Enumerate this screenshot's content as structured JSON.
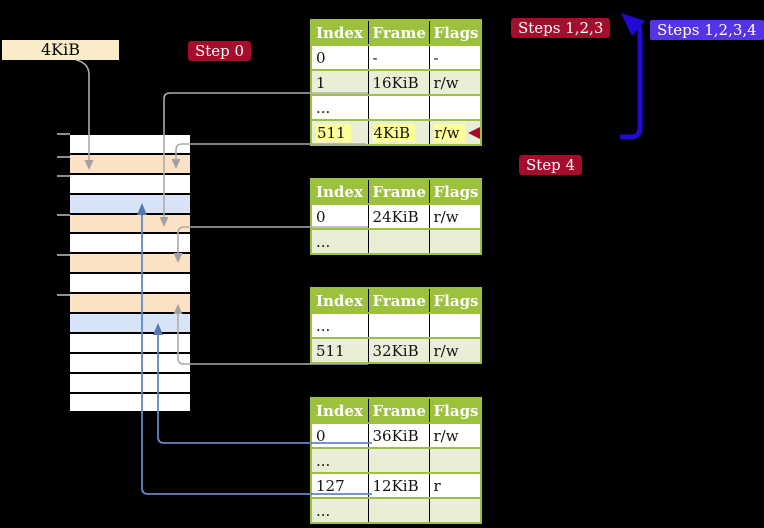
{
  "free_block_label": "4KiB",
  "badges": {
    "step0": "Step 0",
    "steps123": "Steps 1,2,3",
    "steps1234": "Steps 1,2,3,4",
    "step4": "Step 4"
  },
  "memory": {
    "rows": [
      "free",
      "table",
      "free",
      "data",
      "table",
      "free",
      "table",
      "free",
      "table",
      "data",
      "free",
      "free",
      "free",
      "free"
    ]
  },
  "tables": [
    {
      "name": "page-table-level-top",
      "headers": [
        "Index",
        "Frame",
        "Flags"
      ],
      "rows": [
        {
          "cells": [
            "0",
            "-",
            "-"
          ]
        },
        {
          "cells": [
            "1",
            "16KiB",
            "r/w"
          ]
        },
        {
          "cells": [
            "...",
            "",
            ""
          ]
        },
        {
          "cells": [
            "511",
            "4KiB",
            "r/w"
          ],
          "highlighted": true
        }
      ]
    },
    {
      "name": "page-table-level-2",
      "headers": [
        "Index",
        "Frame",
        "Flags"
      ],
      "rows": [
        {
          "cells": [
            "0",
            "24KiB",
            "r/w"
          ]
        },
        {
          "cells": [
            "...",
            "",
            ""
          ]
        }
      ]
    },
    {
      "name": "page-table-level-3",
      "headers": [
        "Index",
        "Frame",
        "Flags"
      ],
      "rows": [
        {
          "cells": [
            "...",
            "",
            ""
          ]
        },
        {
          "cells": [
            "511",
            "32KiB",
            "r/w"
          ]
        }
      ]
    },
    {
      "name": "page-table-level-4",
      "headers": [
        "Index",
        "Frame",
        "Flags"
      ],
      "rows": [
        {
          "cells": [
            "0",
            "36KiB",
            "r/w"
          ]
        },
        {
          "cells": [
            "...",
            "",
            ""
          ]
        },
        {
          "cells": [
            "127",
            "12KiB",
            "r"
          ]
        },
        {
          "cells": [
            "...",
            "",
            ""
          ]
        }
      ]
    }
  ],
  "colors": {
    "table_header_green": "#9CC13C",
    "table_row_shade_green": "#E9EFD7",
    "highlight_yellow": "#FFFF99",
    "memory_free_white": "#FFFFFF",
    "memory_pagetable_peach": "#FCE2C4",
    "memory_data_blue": "#D7E4F7",
    "badge_red": "#A60C2C",
    "badge_blue_violet": "#5533E6",
    "loop_arrow_blue": "#220AD6",
    "connector_gray": "#ACACAC",
    "connector_blue": "#6287C2",
    "label_box_beige": "#FAECC8"
  }
}
